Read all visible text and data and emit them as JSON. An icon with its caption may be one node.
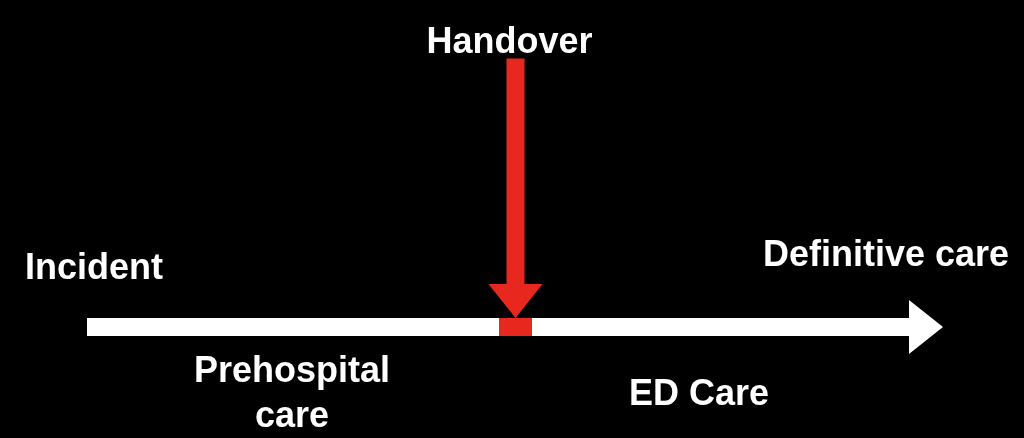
{
  "diagram": {
    "nodes": [
      {
        "text": [
          "Handover"
        ]
      },
      {
        "text": [],
        "shape": "bar"
      }
    ],
    "edges": [
      {
        "from": 0,
        "to": 1,
        "arrow": "to",
        "color": "#e8281e"
      }
    ],
    "labels": [
      "Incident",
      "Definitive care",
      "Prehospital care",
      "ED Care"
    ]
  }
}
